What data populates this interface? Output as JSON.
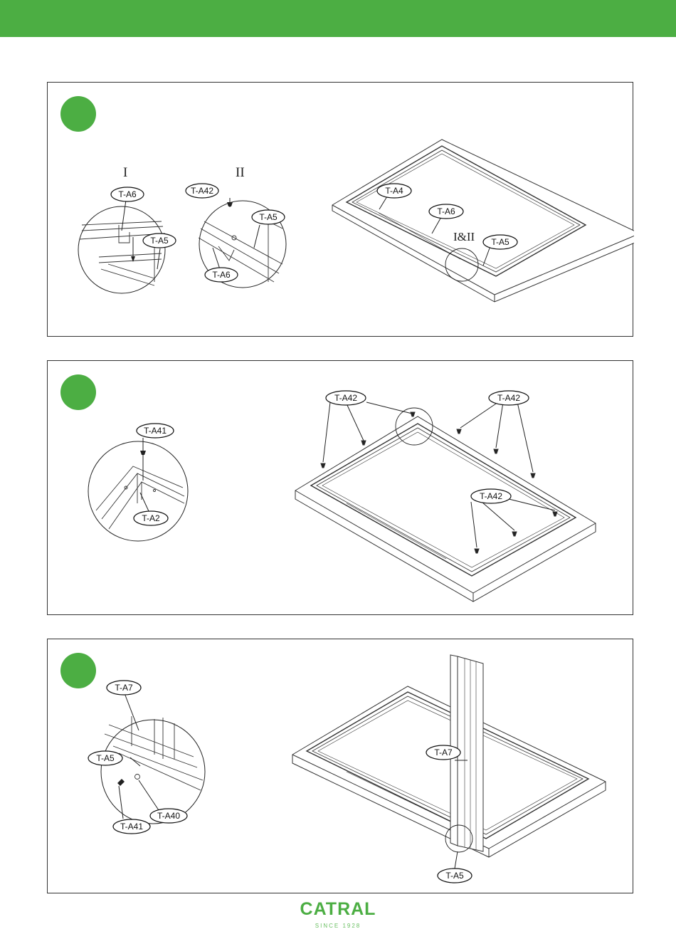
{
  "brand": {
    "name": "CATRAL",
    "tagline": "SINCE 1928",
    "color": "#4cae43"
  },
  "steps": [
    {
      "detail_I": {
        "roman": "I",
        "labels": [
          "T-A6",
          "T-A5"
        ]
      },
      "detail_II": {
        "roman": "II",
        "labels": [
          "T-A42",
          "T-A5",
          "T-A6"
        ]
      },
      "main": {
        "labels": [
          "T-A4",
          "T-A6",
          "T-A5"
        ],
        "callout": "I&II"
      }
    },
    {
      "detail": {
        "labels": [
          "T-A41",
          "T-A2"
        ]
      },
      "main": {
        "labels": [
          "T-A42",
          "T-A42",
          "T-A42"
        ]
      }
    },
    {
      "detail": {
        "labels": [
          "T-A7",
          "T-A5",
          "T-A41",
          "T-A40"
        ]
      },
      "main": {
        "labels": [
          "T-A7",
          "T-A5"
        ]
      }
    }
  ]
}
